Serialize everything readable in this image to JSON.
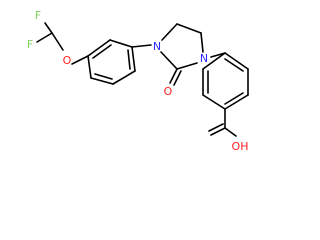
{
  "molecule": {
    "atoms": {
      "f1": "F",
      "f2": "F",
      "o_ether": "O",
      "n1": "N",
      "n3": "N",
      "o_carbonyl": "O",
      "oh": "OH"
    }
  },
  "colors": {
    "carbon_bond": "#000000",
    "fluorine": "#7fd25a",
    "oxygen": "#ff1f1f",
    "nitrogen": "#2b2bff"
  }
}
